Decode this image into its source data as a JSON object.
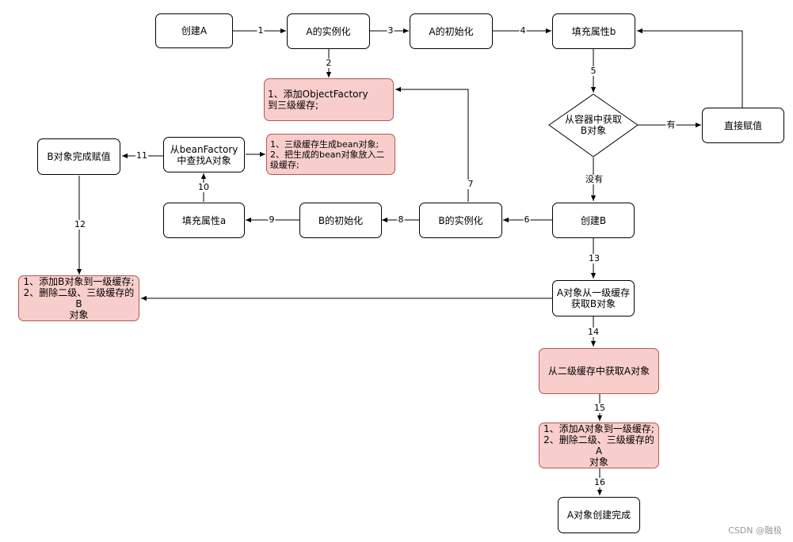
{
  "nodes": {
    "create_a": "创建A",
    "a_instance": "A的实例化",
    "a_init": "A的初始化",
    "fill_b": "填充属性b",
    "add_factory": "1、添加ObjectFactory\n到三级缓存;",
    "get_b_decision": "从容器中获取\nB对象",
    "direct_assign": "直接赋值",
    "b_done_assign": "B对象完成赋值",
    "find_a_factory": "从beanFactory\n中查找A对象",
    "gen_bean": "1、三级缓存生成bean对象;\n2、把生成的bean对象放入二\n级缓存;",
    "fill_a": "填充属性a",
    "b_init": "B的初始化",
    "b_instance": "B的实例化",
    "create_b": "创建B",
    "a_get_b": "A对象从一级缓存\n获取B对象",
    "add_b_l1": "1、添加B对象到一级缓存;\n2、删除二级、三级缓存的B\n对象",
    "get_a_l2": "从二级缓存中获取A对象",
    "add_a_l1": "1、添加A对象到一级缓存;\n2、删除二级、三级缓存的A\n对象",
    "a_done": "A对象创建完成"
  },
  "edge_labels": {
    "e1": "1",
    "e2": "2",
    "e3": "3",
    "e4": "4",
    "e5": "5",
    "e6": "6",
    "e7": "7",
    "e8": "8",
    "e9": "9",
    "e10": "10",
    "e11": "11",
    "e12": "12",
    "e13": "13",
    "e14": "14",
    "e15": "15",
    "e16": "16",
    "yes": "有",
    "no": "没有"
  },
  "watermark": "CSDN @融极",
  "colors": {
    "pink_fill": "#f8cecc",
    "pink_border": "#b85450"
  }
}
